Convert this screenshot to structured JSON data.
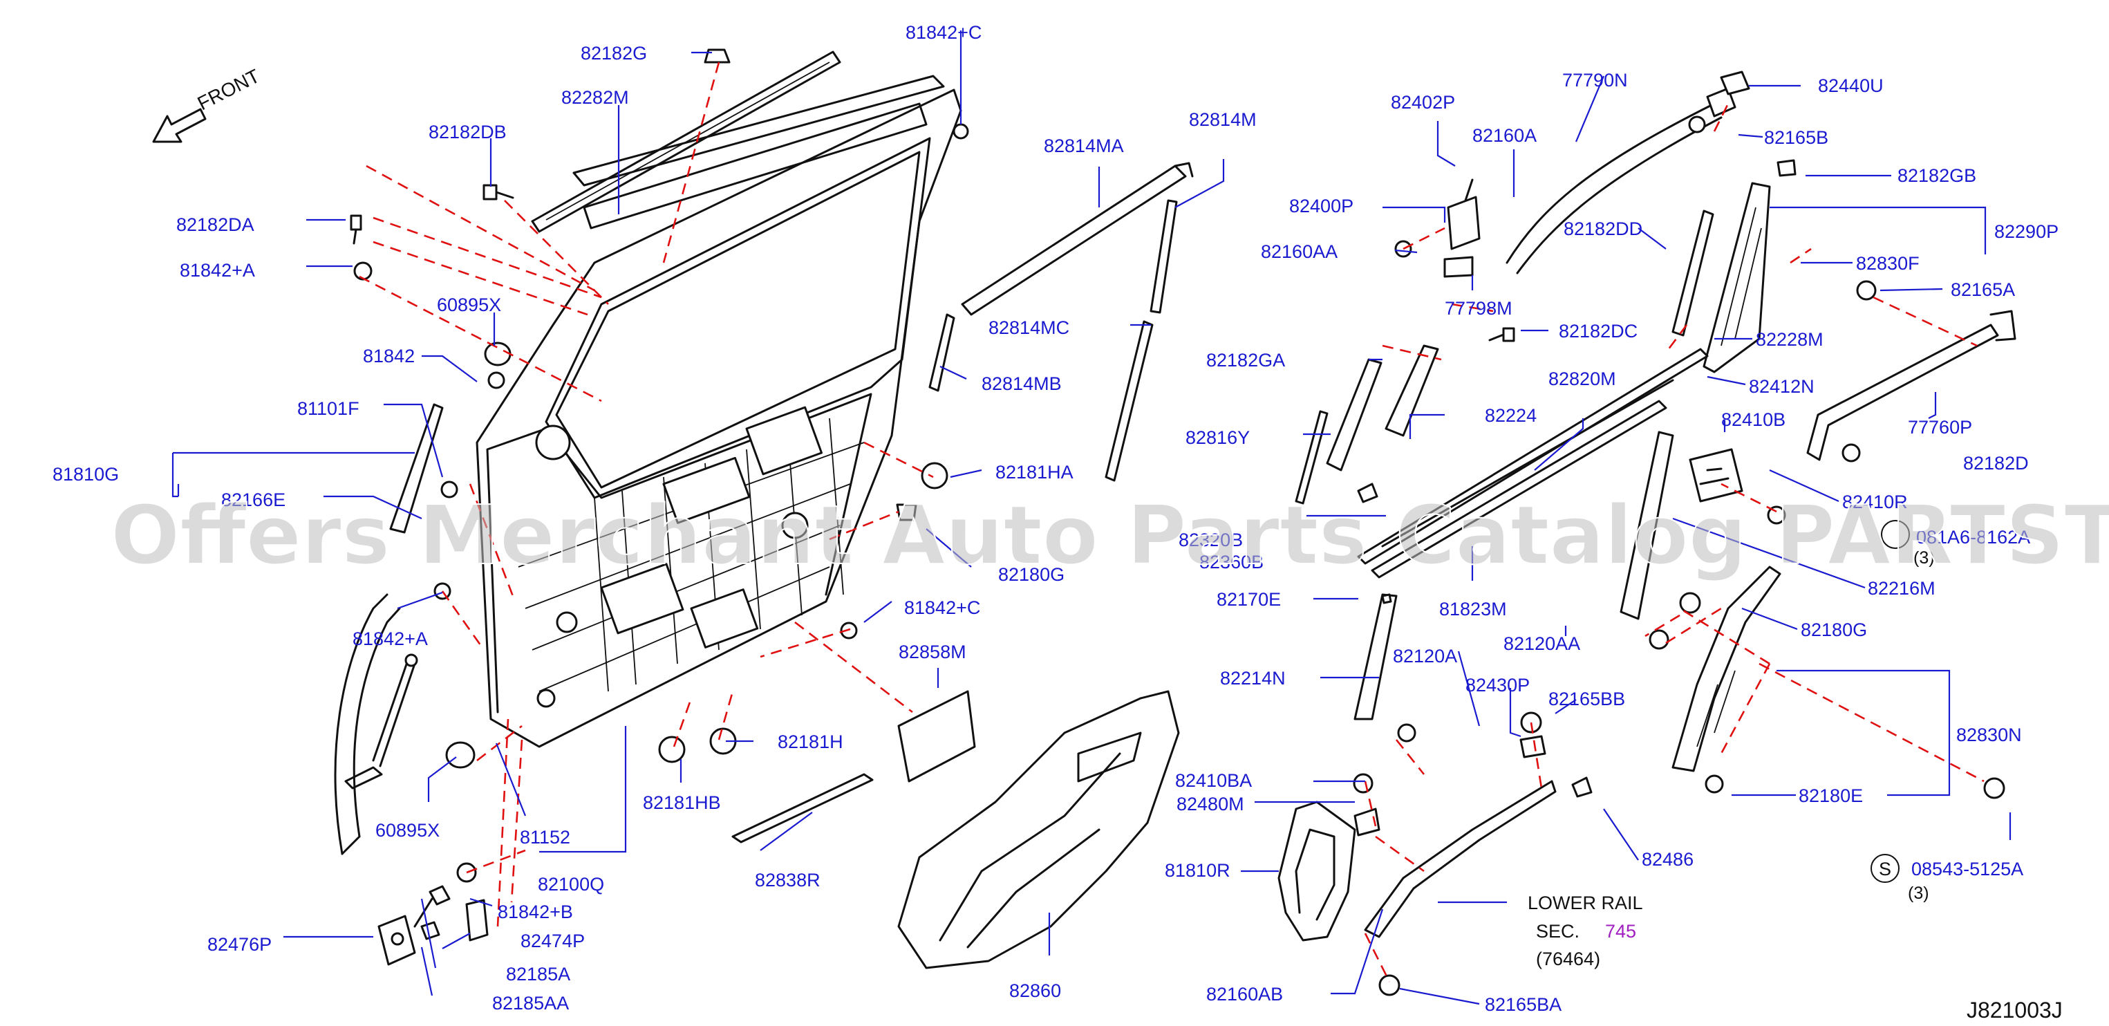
{
  "diagram": {
    "front_label": "FRONT",
    "watermark": "Offers Merchant Auto Parts Catalog PARTSTORE.SA",
    "code": "J821003J",
    "lower_rail": {
      "line1": "LOWER  RAIL",
      "sec": "SEC.",
      "sec_ref": "745",
      "part_ref": "(76464)"
    },
    "circled_letter": "S",
    "bolt_std": {
      "number": "08543-5125A",
      "qty": "(3)"
    },
    "bolt_obscured": {
      "number": "081A6-8162A",
      "qty": "(3)"
    },
    "labels": [
      "82182G",
      "82282M",
      "81842+C",
      "82182DB",
      "82182DA",
      "81842+A",
      "60895X",
      "81842",
      "81101F",
      "81810G",
      "82166E",
      "81842+A",
      "60895X",
      "81152",
      "82100Q",
      "81842+B",
      "82476P",
      "82474P",
      "82185A",
      "82185AA",
      "82814MA",
      "82814M",
      "82814MC",
      "82814MB",
      "82181HA",
      "82180G",
      "81842+C",
      "82858M",
      "82181H",
      "82181HB",
      "82838R",
      "82860",
      "82402P",
      "82160A",
      "82400P",
      "82160AA",
      "77798M",
      "77790N",
      "82440U",
      "82165B",
      "82182GB",
      "82290P",
      "82182DD",
      "82830F",
      "82228M",
      "82165A",
      "82182DC",
      "82182GA",
      "82224",
      "82820M",
      "82412N",
      "82410B",
      "77760P",
      "82182D",
      "82816Y",
      "82410R",
      "82216M",
      "81823M",
      "82170E",
      "82120AA",
      "82180G",
      "82120A",
      "82214N",
      "82430P",
      "82165BB",
      "82830N",
      "82180E",
      "82410BA",
      "82480M",
      "81810R",
      "82486",
      "82160AB",
      "82165BA",
      "82320B",
      "82360B"
    ]
  }
}
